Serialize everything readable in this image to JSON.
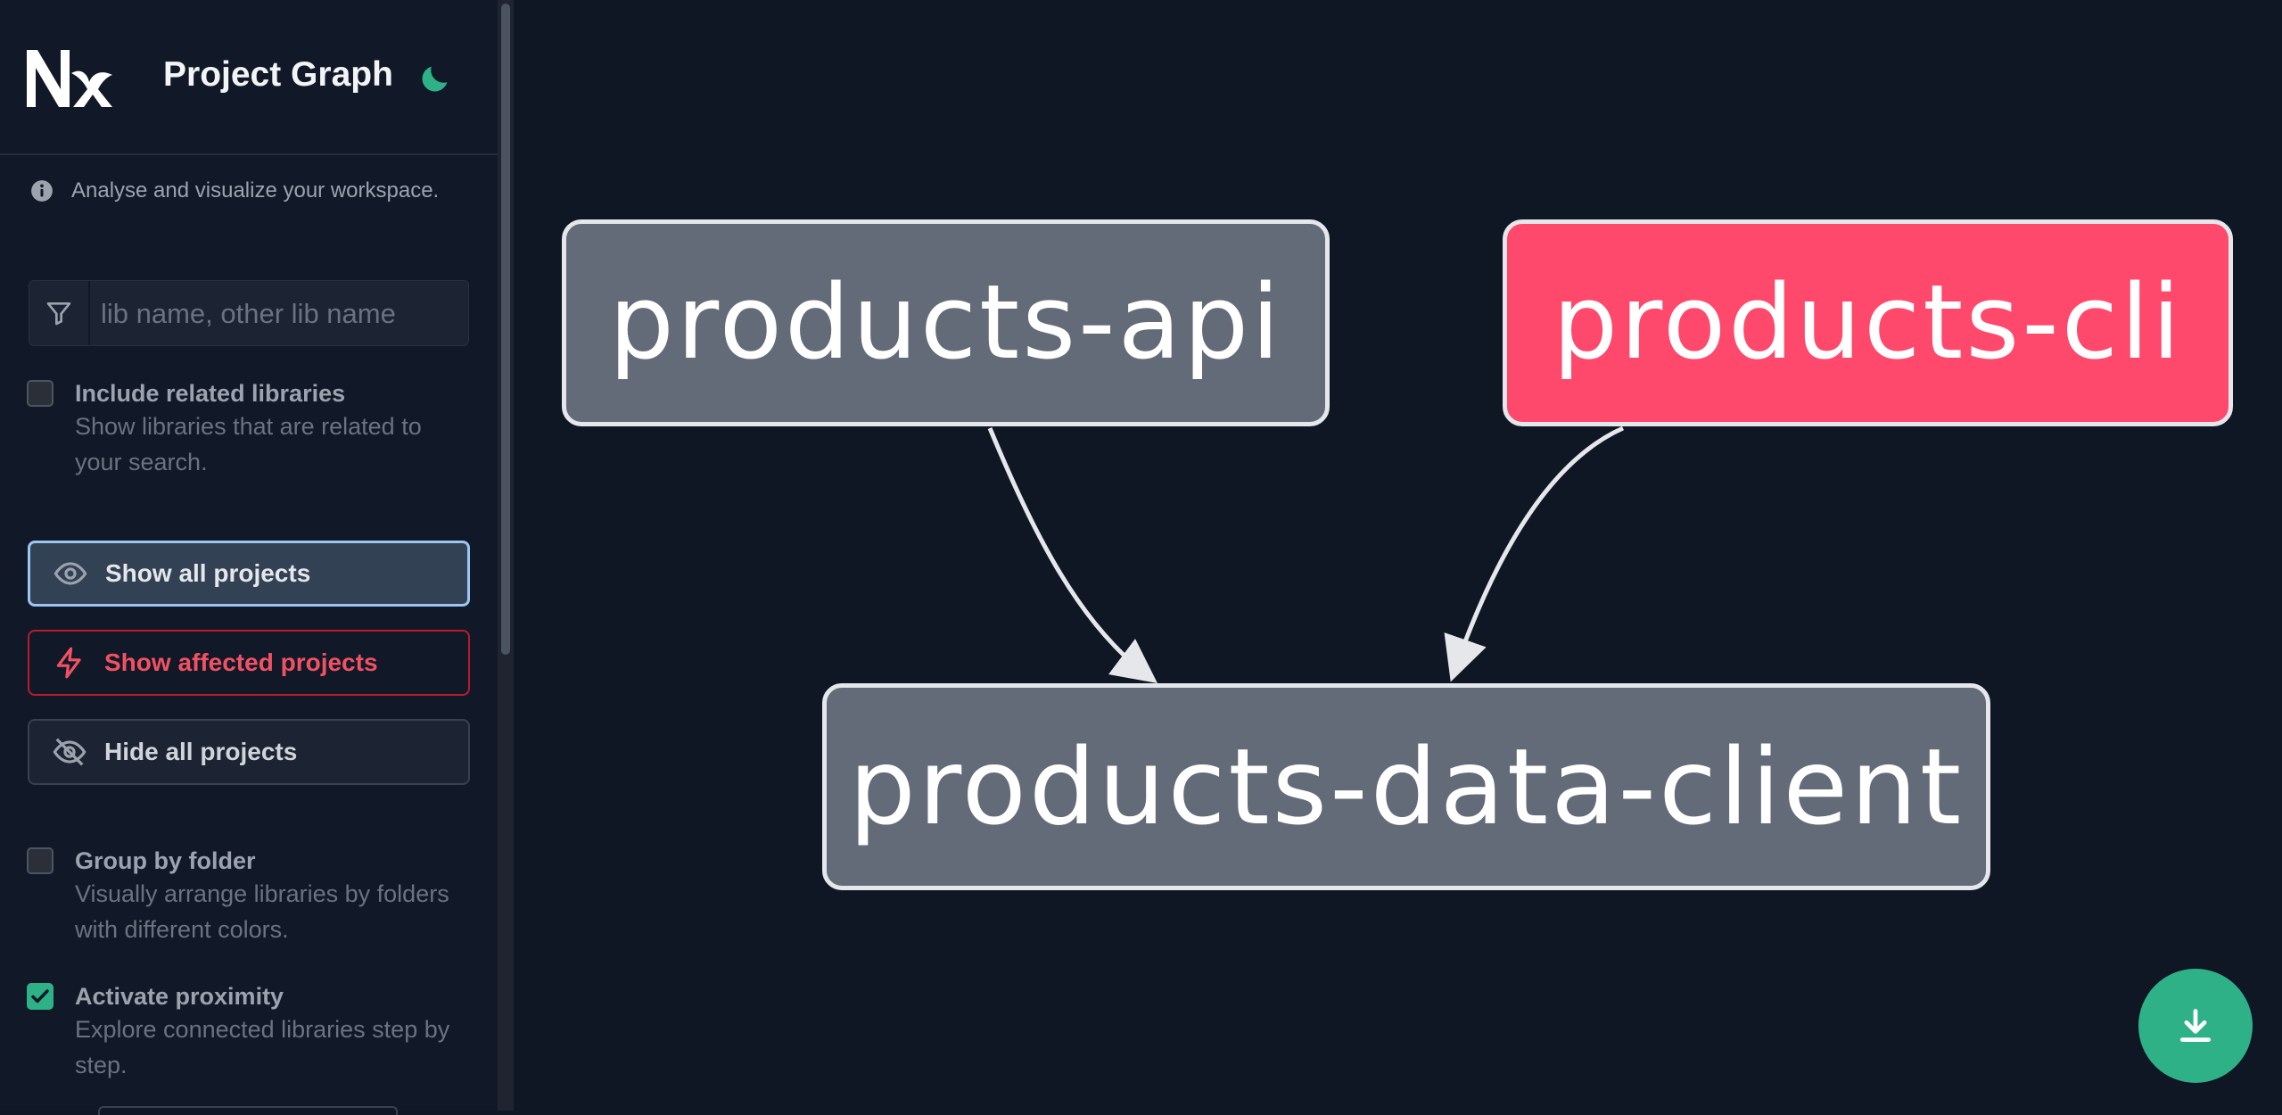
{
  "app": {
    "title": "Project Graph",
    "logo": "Nx",
    "info_text": "Analyse and visualize your workspace."
  },
  "search": {
    "placeholder": "lib name, other lib name",
    "value": ""
  },
  "options": {
    "include_related": {
      "label": "Include related libraries",
      "description": "Show libraries that are related to your search.",
      "checked": false
    },
    "group_by_folder": {
      "label": "Group by folder",
      "description": "Visually arrange libraries by folders with different colors.",
      "checked": false
    },
    "proximity": {
      "label": "Activate proximity",
      "description": "Explore connected libraries step by step.",
      "checked": true
    }
  },
  "buttons": {
    "show_all": "Show all projects",
    "show_affected": "Show affected projects",
    "hide_all": "Hide all projects"
  },
  "graph": {
    "nodes": [
      {
        "id": "products-api",
        "label": "products-api",
        "affected": false
      },
      {
        "id": "products-cli",
        "label": "products-cli",
        "affected": true
      },
      {
        "id": "products-data-client",
        "label": "products-data-client",
        "affected": false
      }
    ],
    "edges": [
      {
        "from": "products-api",
        "to": "products-data-client"
      },
      {
        "from": "products-cli",
        "to": "products-data-client"
      }
    ]
  },
  "icons": {
    "theme": "moon-icon",
    "info": "info-icon",
    "filter": "filter-icon",
    "show_all": "eye-icon",
    "affected": "lightning-icon",
    "hide": "eye-off-icon",
    "download": "download-icon"
  },
  "colors": {
    "accent": "#2fb187",
    "affected": "#fe496c",
    "node": "#636a78",
    "background": "#0f1624"
  }
}
